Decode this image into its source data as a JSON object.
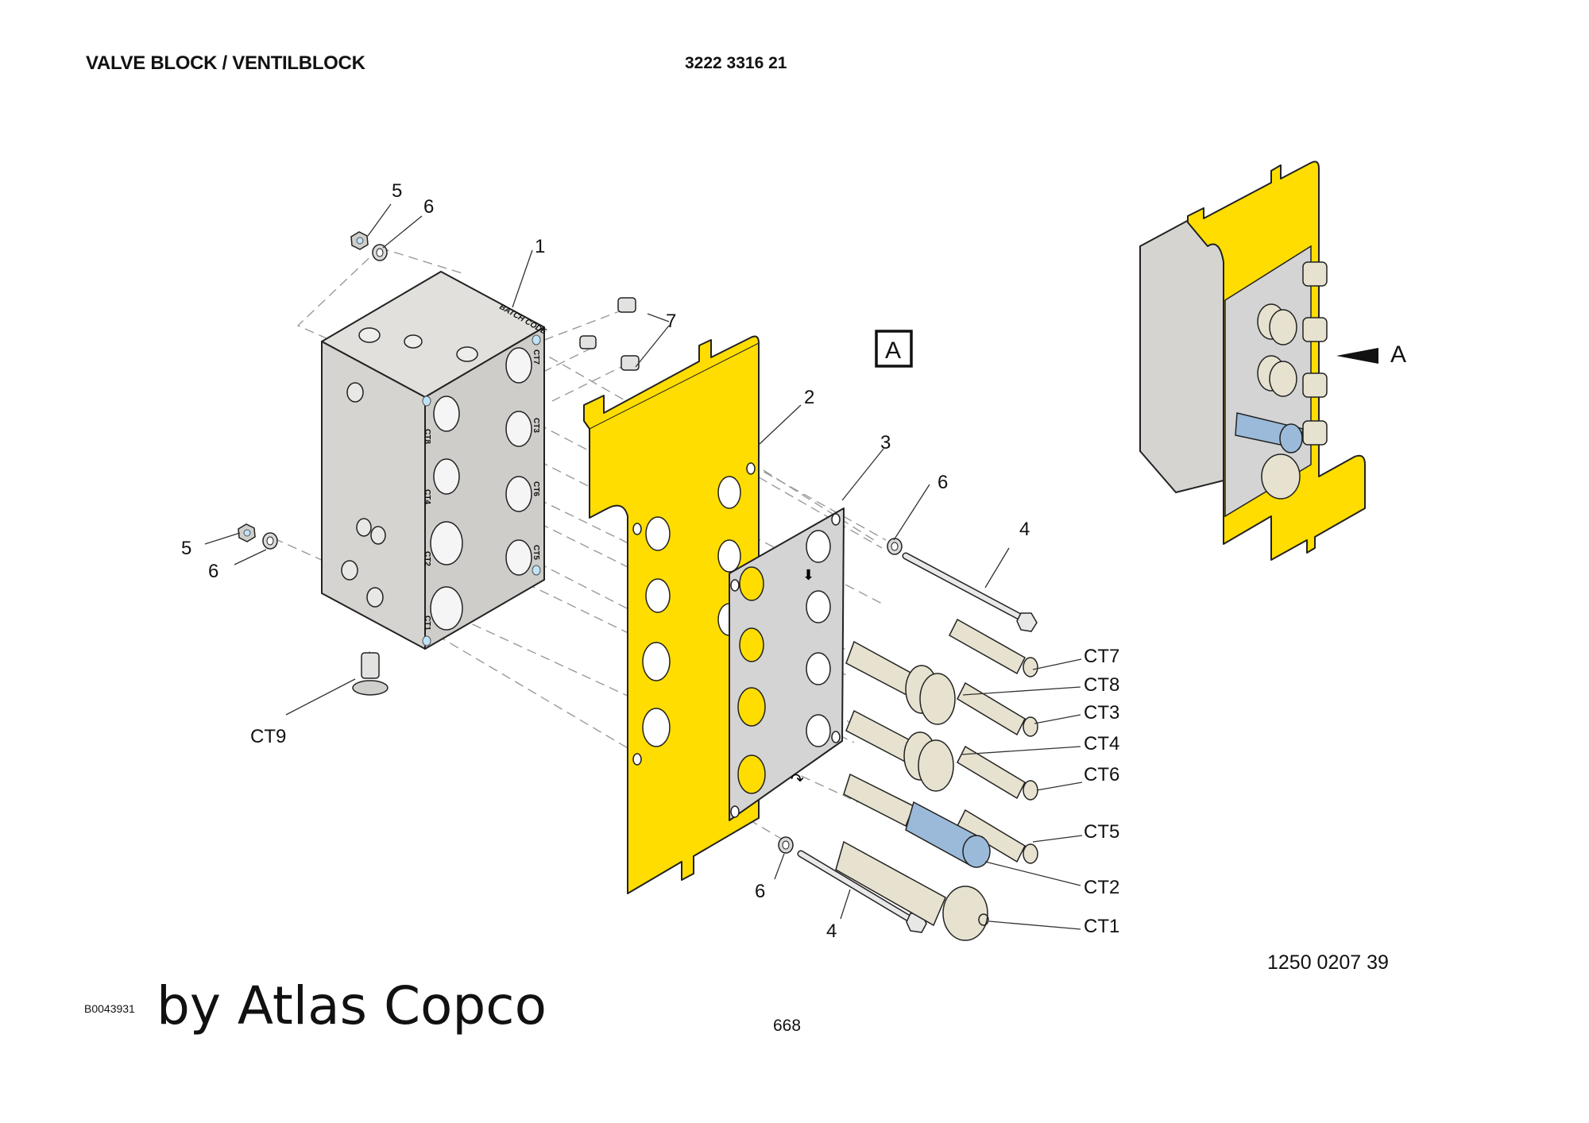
{
  "header": {
    "title": "VALVE BLOCK / VENTILBLOCK",
    "part_number": "3222 3316 21"
  },
  "footer": {
    "image_code": "B0043931",
    "brand": "by Atlas Copco",
    "reference_number": "1250 0207 39",
    "page_number": "668"
  },
  "colors": {
    "bracket_yellow": "#FFDD00",
    "block_grey": "#D8D6D2",
    "plate_grey": "#D4D4D4",
    "cartridge_beige": "#E6E2CF",
    "solenoid_blue": "#9BBAD9",
    "port_highlight": "#BFE3F7"
  },
  "view_marker": {
    "label": "A",
    "inset_arrow_label": "A"
  },
  "block_text": {
    "batch_code": "BATCH CODE",
    "left_ports": [
      "CT8",
      "CT4",
      "CT2",
      "CT1"
    ],
    "right_ports": [
      "CT7",
      "CT3",
      "CT6",
      "CT5"
    ]
  },
  "callouts": {
    "item_1": "1",
    "item_2": "2",
    "item_3": "3",
    "item_4_top": "4",
    "item_4_bottom": "4",
    "item_5_top": "5",
    "item_5_left": "5",
    "item_6_top": "6",
    "item_6_left": "6",
    "item_6_mid": "6",
    "item_6_bottom": "6",
    "item_7": "7",
    "ct1": "CT1",
    "ct2": "CT2",
    "ct3": "CT3",
    "ct4": "CT4",
    "ct5": "CT5",
    "ct6": "CT6",
    "ct7": "CT7",
    "ct8": "CT8",
    "ct9": "CT9"
  }
}
